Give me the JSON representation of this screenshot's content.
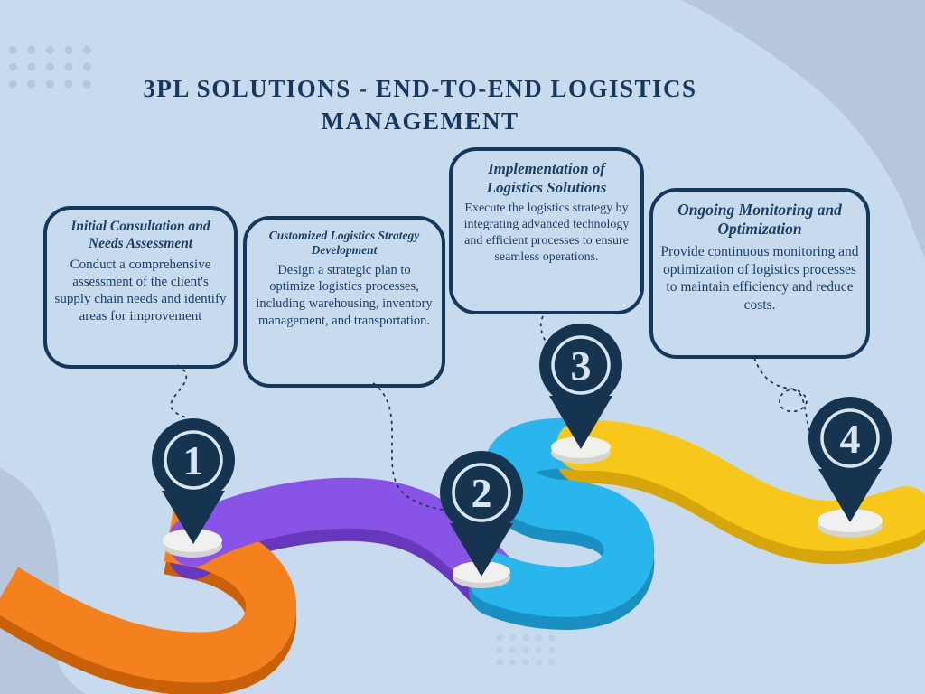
{
  "title": {
    "line1": "3PL SOLUTIONS - END-TO-END LOGISTICS",
    "line2": "MANAGEMENT"
  },
  "steps": [
    {
      "number": "1",
      "heading": "Initial Consultation and Needs Assessment",
      "body": "Conduct a comprehensive assessment of the client's supply chain needs and identify areas for improvement"
    },
    {
      "number": "2",
      "heading": "Customized Logistics Strategy Development",
      "body": "Design a strategic plan to optimize logistics processes, including warehousing, inventory management, and transportation."
    },
    {
      "number": "3",
      "heading": "Implementation of Logistics Solutions",
      "body": "Execute the logistics strategy by integrating advanced technology and efficient processes to ensure seamless operations."
    },
    {
      "number": "4",
      "heading": "Ongoing Monitoring and Optimization",
      "body": "Provide continuous monitoring and optimization of logistics processes to maintain efficiency and reduce costs."
    }
  ],
  "colors": {
    "background": "#c8daee",
    "blob": "#b6c7dd",
    "navy": "#16344f",
    "ring": "#d7e5f3",
    "orange": "#f5801e",
    "orange_dark": "#c96108",
    "purple": "#8a53e8",
    "purple_dark": "#6737be",
    "cyan": "#29b6ec",
    "cyan_dark": "#1a90c2",
    "yellow": "#f7c71a",
    "yellow_dark": "#d7a60a",
    "pad": "#f0f1ee",
    "pad_rim": "#d2d4d0"
  }
}
